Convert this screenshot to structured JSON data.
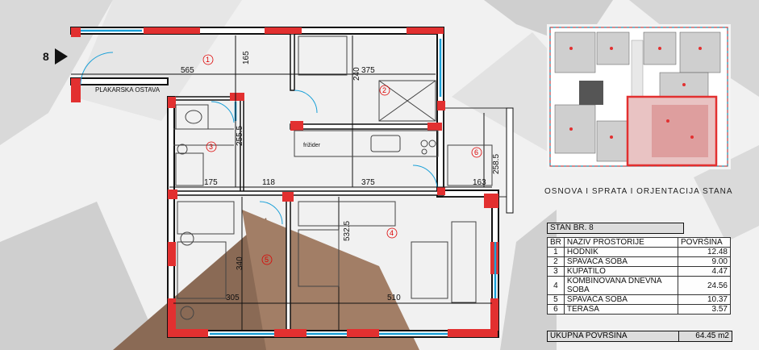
{
  "apartment_marker": "8",
  "plan": {
    "wardrobe_label": "PLAKARSKA OSTAVA",
    "fridge_label": "frižider",
    "dimensions": {
      "d565": "565",
      "d165": "165",
      "d240": "240",
      "d375a": "375",
      "d255": "255.5",
      "d175": "175",
      "d118": "118",
      "d375b": "375",
      "d258": "258.5",
      "d163": "163",
      "d532": "532.5",
      "d340": "340",
      "d305": "305",
      "d510": "510"
    },
    "room_numbers": [
      "1",
      "2",
      "3",
      "4",
      "5",
      "6"
    ]
  },
  "orientation_caption": "OSNOVA I SPRATA I ORJENTACIJA STANA",
  "table": {
    "title": "STAN BR. 8",
    "headers": {
      "num": "BR",
      "name": "NAZIV PROSTORIJE",
      "area": "POVRŠINA"
    },
    "rows": [
      {
        "num": "1",
        "name": "HODNIK",
        "area": "12.48"
      },
      {
        "num": "2",
        "name": "SPAVAĆA SOBA",
        "area": "9.00"
      },
      {
        "num": "3",
        "name": "KUPATILO",
        "area": "4.47"
      },
      {
        "num": "4",
        "name": "KOMBINOVANA DNEVNA SOBA",
        "area": "24.56"
      },
      {
        "num": "5",
        "name": "SPAVAĆA SOBA",
        "area": "10.37"
      },
      {
        "num": "6",
        "name": "TERASA",
        "area": "3.57"
      }
    ],
    "total_label": "UKUPNA POVRŠINA",
    "total_value": "64.45 m2"
  }
}
